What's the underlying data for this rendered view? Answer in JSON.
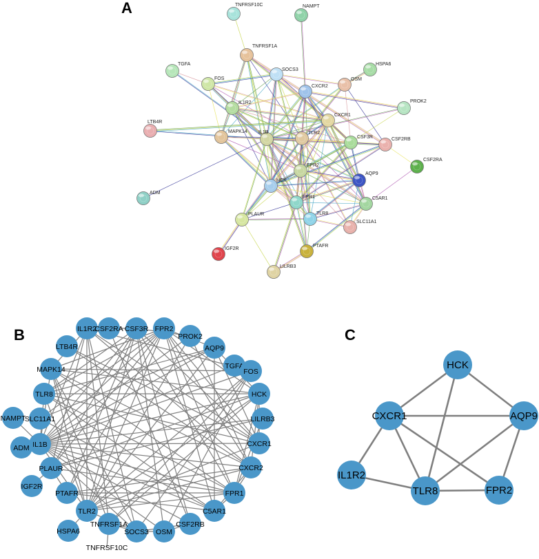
{
  "panels": {
    "a": "A",
    "b": "B",
    "c": "C"
  },
  "colors": {
    "blue": "#4a97c9",
    "edge_gray": "#7f7f7f",
    "string_colors": [
      "#c6d54a",
      "#e8e35b",
      "#4aa8c7",
      "#b05ab3",
      "#3c3c9b",
      "#69a357",
      "#d89aa0"
    ]
  },
  "networkA": {
    "nodes": [
      {
        "id": "TNFRSF10C",
        "label": "TNFRSF10C",
        "color": "#a8e3db"
      },
      {
        "id": "NAMPT",
        "label": "NAMPT",
        "color": "#8fd2a8"
      },
      {
        "id": "TNFRSF1A",
        "label": "TNFRSF1A",
        "color": "#e6c29b"
      },
      {
        "id": "TGFA",
        "label": "TGFA",
        "color": "#b6e6b9"
      },
      {
        "id": "SOCS3",
        "label": "SOCS3",
        "color": "#bfe0f5"
      },
      {
        "id": "HSPA6",
        "label": "HSPA6",
        "color": "#a7dca6"
      },
      {
        "id": "FOS",
        "label": "FOS",
        "color": "#cfe6a6"
      },
      {
        "id": "OSM",
        "label": "OSM",
        "color": "#e9c0a8"
      },
      {
        "id": "CXCR2",
        "label": "CXCR2",
        "color": "#9fc3ea"
      },
      {
        "id": "PROK2",
        "label": "PROK2",
        "color": "#b6e4c2"
      },
      {
        "id": "IL1R2",
        "label": "IL1R2",
        "color": "#b4dca0"
      },
      {
        "id": "CXCR1",
        "label": "CXCR1",
        "color": "#e3d7a1"
      },
      {
        "id": "LTB4R",
        "label": "LTB4R",
        "color": "#e9aeb0"
      },
      {
        "id": "MAPK14",
        "label": "MAPK14",
        "color": "#e2c49b"
      },
      {
        "id": "IL1B",
        "label": "IL1B",
        "color": "#d2d6a2"
      },
      {
        "id": "TLR2",
        "label": "TLR2",
        "color": "#e0c9a0"
      },
      {
        "id": "CSF3R",
        "label": "CSF3R",
        "color": "#a9dc9b"
      },
      {
        "id": "CSF2RB",
        "label": "CSF2RB",
        "color": "#eab1ad"
      },
      {
        "id": "CSF2RA",
        "label": "CSF2RA",
        "color": "#5db04c"
      },
      {
        "id": "FPR2",
        "label": "FPR2",
        "color": "#c7d7a1"
      },
      {
        "id": "AQP9",
        "label": "AQP9",
        "color": "#3d55c4"
      },
      {
        "id": "HCK",
        "label": "HCK",
        "color": "#a6cdec"
      },
      {
        "id": "ADM",
        "label": "ADM",
        "color": "#8fd0c6"
      },
      {
        "id": "FPR1",
        "label": "FPR1",
        "color": "#8fd7ca"
      },
      {
        "id": "C5AR1",
        "label": "C5AR1",
        "color": "#a3d6a0"
      },
      {
        "id": "TLR8",
        "label": "TLR8",
        "color": "#8fd3e8"
      },
      {
        "id": "PLAUR",
        "label": "PLAUR",
        "color": "#d6e6a0"
      },
      {
        "id": "SLC11A1",
        "label": "SLC11A1",
        "color": "#e8b1ab"
      },
      {
        "id": "IGF2R",
        "label": "IGF2R",
        "color": "#e0444c"
      },
      {
        "id": "PTAFR",
        "label": "PTAFR",
        "color": "#c8b13c"
      },
      {
        "id": "LILRB3",
        "label": "LILRB3",
        "color": "#dfd3a3"
      }
    ],
    "edges": [
      [
        "TNFRSF10C",
        "TNFRSF1A"
      ],
      [
        "NAMPT",
        "CXCR2"
      ],
      [
        "TNFRSF1A",
        "SOCS3"
      ],
      [
        "TNFRSF1A",
        "IL1R2"
      ],
      [
        "TNFRSF1A",
        "IL1B"
      ],
      [
        "TNFRSF1A",
        "MAPK14"
      ],
      [
        "TNFRSF1A",
        "TLR2"
      ],
      [
        "TNFRSF1A",
        "HCK"
      ],
      [
        "TNFRSF1A",
        "CXCR1"
      ],
      [
        "TGFA",
        "FOS"
      ],
      [
        "TGFA",
        "IL1B"
      ],
      [
        "FOS",
        "IL1R2"
      ],
      [
        "FOS",
        "MAPK14"
      ],
      [
        "FOS",
        "IL1B"
      ],
      [
        "FOS",
        "SOCS3"
      ],
      [
        "FOS",
        "TLR2"
      ],
      [
        "FOS",
        "CXCR1"
      ],
      [
        "SOCS3",
        "IL1B"
      ],
      [
        "SOCS3",
        "IL1R2"
      ],
      [
        "SOCS3",
        "OSM"
      ],
      [
        "SOCS3",
        "CSF3R"
      ],
      [
        "SOCS3",
        "TLR2"
      ],
      [
        "SOCS3",
        "HCK"
      ],
      [
        "SOCS3",
        "CSF2RB"
      ],
      [
        "SOCS3",
        "MAPK14"
      ],
      [
        "SOCS3",
        "FPR2"
      ],
      [
        "HSPA6",
        "OSM"
      ],
      [
        "OSM",
        "CSF2RB"
      ],
      [
        "OSM",
        "IL1B"
      ],
      [
        "OSM",
        "TLR2"
      ],
      [
        "OSM",
        "CSF3R"
      ],
      [
        "CXCR2",
        "CXCR1"
      ],
      [
        "CXCR2",
        "IL1B"
      ],
      [
        "CXCR2",
        "FPR2"
      ],
      [
        "CXCR2",
        "FPR1"
      ],
      [
        "CXCR2",
        "C5AR1"
      ],
      [
        "CXCR2",
        "TLR2"
      ],
      [
        "CXCR2",
        "IL1R2"
      ],
      [
        "CXCR2",
        "HCK"
      ],
      [
        "CXCR2",
        "TLR8"
      ],
      [
        "CXCR2",
        "AQP9"
      ],
      [
        "PROK2",
        "CXCR2"
      ],
      [
        "PROK2",
        "CSF3R"
      ],
      [
        "PROK2",
        "IL1B"
      ],
      [
        "IL1R2",
        "IL1B"
      ],
      [
        "IL1R2",
        "MAPK14"
      ],
      [
        "IL1R2",
        "TLR2"
      ],
      [
        "IL1R2",
        "CXCR1"
      ],
      [
        "IL1R2",
        "HCK"
      ],
      [
        "IL1R2",
        "FPR2"
      ],
      [
        "IL1R2",
        "FPR1"
      ],
      [
        "IL1R2",
        "CSF3R"
      ],
      [
        "LTB4R",
        "IL1B"
      ],
      [
        "LTB4R",
        "CXCR1"
      ],
      [
        "MAPK14",
        "IL1B"
      ],
      [
        "MAPK14",
        "TLR2"
      ],
      [
        "MAPK14",
        "HCK"
      ],
      [
        "MAPK14",
        "FPR2"
      ],
      [
        "MAPK14",
        "FPR1"
      ],
      [
        "IL1B",
        "TLR2"
      ],
      [
        "IL1B",
        "CXCR1"
      ],
      [
        "IL1B",
        "CSF3R"
      ],
      [
        "IL1B",
        "FPR2"
      ],
      [
        "IL1B",
        "HCK"
      ],
      [
        "IL1B",
        "FPR1"
      ],
      [
        "IL1B",
        "C5AR1"
      ],
      [
        "IL1B",
        "TLR8"
      ],
      [
        "IL1B",
        "PLAUR"
      ],
      [
        "IL1B",
        "CSF2RB"
      ],
      [
        "IL1B",
        "ADM"
      ],
      [
        "IL1B",
        "AQP9"
      ],
      [
        "IL1B",
        "PTAFR"
      ],
      [
        "IL1B",
        "SLC11A1"
      ],
      [
        "TLR2",
        "CXCR1"
      ],
      [
        "TLR2",
        "FPR2"
      ],
      [
        "TLR2",
        "HCK"
      ],
      [
        "TLR2",
        "FPR1"
      ],
      [
        "TLR2",
        "TLR8"
      ],
      [
        "TLR2",
        "C5AR1"
      ],
      [
        "TLR2",
        "CSF3R"
      ],
      [
        "TLR2",
        "PLAUR"
      ],
      [
        "TLR2",
        "AQP9"
      ],
      [
        "TLR2",
        "SLC11A1"
      ],
      [
        "CXCR1",
        "FPR2"
      ],
      [
        "CXCR1",
        "FPR1"
      ],
      [
        "CXCR1",
        "C5AR1"
      ],
      [
        "CXCR1",
        "HCK"
      ],
      [
        "CXCR1",
        "TLR8"
      ],
      [
        "CXCR1",
        "AQP9"
      ],
      [
        "CXCR1",
        "CSF3R"
      ],
      [
        "CSF3R",
        "CSF2RB"
      ],
      [
        "CSF3R",
        "FPR2"
      ],
      [
        "CSF3R",
        "FPR1"
      ],
      [
        "CSF3R",
        "C5AR1"
      ],
      [
        "CSF3R",
        "AQP9"
      ],
      [
        "CSF3R",
        "HCK"
      ],
      [
        "CSF2RB",
        "CSF2RA"
      ],
      [
        "CSF2RB",
        "FPR1"
      ],
      [
        "CSF2RB",
        "HCK"
      ],
      [
        "CSF2RA",
        "C5AR1"
      ],
      [
        "FPR2",
        "FPR1"
      ],
      [
        "FPR2",
        "HCK"
      ],
      [
        "FPR2",
        "C5AR1"
      ],
      [
        "FPR2",
        "TLR8"
      ],
      [
        "FPR2",
        "AQP9"
      ],
      [
        "FPR2",
        "PLAUR"
      ],
      [
        "FPR2",
        "PTAFR"
      ],
      [
        "FPR1",
        "HCK"
      ],
      [
        "FPR1",
        "C5AR1"
      ],
      [
        "FPR1",
        "TLR8"
      ],
      [
        "FPR1",
        "AQP9"
      ],
      [
        "FPR1",
        "PLAUR"
      ],
      [
        "FPR1",
        "PTAFR"
      ],
      [
        "FPR1",
        "LILRB3"
      ],
      [
        "HCK",
        "TLR8"
      ],
      [
        "HCK",
        "AQP9"
      ],
      [
        "HCK",
        "PLAUR"
      ],
      [
        "HCK",
        "C5AR1"
      ],
      [
        "C5AR1",
        "TLR8"
      ],
      [
        "C5AR1",
        "PTAFR"
      ],
      [
        "C5AR1",
        "AQP9"
      ],
      [
        "C5AR1",
        "SLC11A1"
      ],
      [
        "TLR8",
        "AQP9"
      ],
      [
        "TLR8",
        "PTAFR"
      ],
      [
        "TLR8",
        "SLC11A1"
      ],
      [
        "PLAUR",
        "IGF2R"
      ],
      [
        "PLAUR",
        "LILRB3"
      ],
      [
        "PLAUR",
        "TLR8"
      ],
      [
        "PTAFR",
        "LILRB3"
      ],
      [
        "AQP9",
        "SLC11A1"
      ]
    ]
  },
  "networkB": {
    "nodes": [
      "CSF3R",
      "FPR2",
      "PROK2",
      "AQP9",
      "TGFA",
      "FOS",
      "HCK",
      "LILRB3",
      "CXCR1",
      "CXCR2",
      "FPR1",
      "C5AR1",
      "CSF2RB",
      "OSM",
      "SOCS3",
      "TNFRSF1A",
      "TLR2",
      "PTAFR",
      "PLAUR",
      "IL1B",
      "SLC11A1",
      "TLR8",
      "MAPK14",
      "LTB4R",
      "IL1R2",
      "CSF2RA"
    ],
    "outer_nodes": [
      "NAMPT",
      "ADM",
      "IGF2R",
      "HSPA6",
      "TNFRSF10C"
    ],
    "edges": [
      [
        "IL1B",
        "CSF3R"
      ],
      [
        "IL1B",
        "FPR2"
      ],
      [
        "IL1B",
        "PROK2"
      ],
      [
        "IL1B",
        "AQP9"
      ],
      [
        "IL1B",
        "FOS"
      ],
      [
        "IL1B",
        "HCK"
      ],
      [
        "IL1B",
        "CXCR1"
      ],
      [
        "IL1B",
        "CXCR2"
      ],
      [
        "IL1B",
        "FPR1"
      ],
      [
        "IL1B",
        "C5AR1"
      ],
      [
        "IL1B",
        "CSF2RB"
      ],
      [
        "IL1B",
        "OSM"
      ],
      [
        "IL1B",
        "SOCS3"
      ],
      [
        "IL1B",
        "TLR2"
      ],
      [
        "IL1B",
        "MAPK14"
      ],
      [
        "IL1B",
        "IL1R2"
      ],
      [
        "IL1B",
        "TGFA"
      ],
      [
        "IL1B",
        "LILRB3"
      ],
      [
        "IL1B",
        "TLR8"
      ],
      [
        "TLR2",
        "CSF3R"
      ],
      [
        "TLR2",
        "FPR2"
      ],
      [
        "TLR2",
        "HCK"
      ],
      [
        "TLR2",
        "CXCR1"
      ],
      [
        "TLR2",
        "FPR1"
      ],
      [
        "TLR2",
        "FOS"
      ],
      [
        "TLR2",
        "MAPK14"
      ],
      [
        "TLR2",
        "TLR8"
      ],
      [
        "TLR2",
        "AQP9"
      ],
      [
        "TLR2",
        "IL1R2"
      ],
      [
        "TLR2",
        "CXCR2"
      ],
      [
        "TLR2",
        "SOCS3"
      ],
      [
        "TLR8",
        "HCK"
      ],
      [
        "TLR8",
        "CXCR1"
      ],
      [
        "TLR8",
        "FPR2"
      ],
      [
        "TLR8",
        "AQP9"
      ],
      [
        "TLR8",
        "FPR1"
      ],
      [
        "TLR8",
        "C5AR1"
      ],
      [
        "TLR8",
        "CSF3R"
      ],
      [
        "HCK",
        "CXCR1"
      ],
      [
        "HCK",
        "AQP9"
      ],
      [
        "HCK",
        "FPR2"
      ],
      [
        "HCK",
        "FPR1"
      ],
      [
        "HCK",
        "MAPK14"
      ],
      [
        "CXCR1",
        "AQP9"
      ],
      [
        "CXCR1",
        "FPR2"
      ],
      [
        "CXCR1",
        "CSF3R"
      ],
      [
        "CXCR1",
        "IL1R2"
      ],
      [
        "CXCR1",
        "LTB4R"
      ],
      [
        "FPR2",
        "FPR1"
      ],
      [
        "FPR2",
        "C5AR1"
      ],
      [
        "FPR2",
        "AQP9"
      ],
      [
        "FPR2",
        "PLAUR"
      ],
      [
        "FPR2",
        "PTAFR"
      ],
      [
        "FPR2",
        "SLC11A1"
      ],
      [
        "FPR2",
        "MAPK14"
      ],
      [
        "CSF3R",
        "CSF2RA"
      ],
      [
        "CSF3R",
        "CSF2RB"
      ],
      [
        "CSF3R",
        "FPR1"
      ],
      [
        "CSF3R",
        "OSM"
      ],
      [
        "CSF3R",
        "PTAFR"
      ],
      [
        "CSF3R",
        "PLAUR"
      ],
      [
        "FPR1",
        "C5AR1"
      ],
      [
        "FPR1",
        "PTAFR"
      ],
      [
        "FPR1",
        "PLAUR"
      ],
      [
        "FPR1",
        "MAPK14"
      ],
      [
        "FPR1",
        "CXCR2"
      ],
      [
        "C5AR1",
        "PTAFR"
      ],
      [
        "C5AR1",
        "CXCR2"
      ],
      [
        "C5AR1",
        "AQP9"
      ],
      [
        "C5AR1",
        "SLC11A1"
      ],
      [
        "CSF2RB",
        "CSF2RA"
      ],
      [
        "CSF2RB",
        "OSM"
      ],
      [
        "CSF2RB",
        "SOCS3"
      ],
      [
        "SOCS3",
        "OSM"
      ],
      [
        "SOCS3",
        "FOS"
      ],
      [
        "SOCS3",
        "MAPK14"
      ],
      [
        "SOCS3",
        "IL1R2"
      ],
      [
        "SOCS3",
        "TNFRSF1A"
      ],
      [
        "TNFRSF1A",
        "MAPK14"
      ],
      [
        "TNFRSF1A",
        "FOS"
      ],
      [
        "TNFRSF1A",
        "IL1R2"
      ],
      [
        "TNFRSF1A",
        "HCK"
      ],
      [
        "MAPK14",
        "FOS"
      ],
      [
        "MAPK14",
        "IL1R2"
      ],
      [
        "MAPK14",
        "CXCR2"
      ],
      [
        "FOS",
        "TGFA"
      ],
      [
        "FOS",
        "IL1R2"
      ],
      [
        "PROK2",
        "CXCR2"
      ],
      [
        "PROK2",
        "CSF3R"
      ],
      [
        "PLAUR",
        "PTAFR"
      ],
      [
        "PLAUR",
        "HCK"
      ],
      [
        "PLAUR",
        "IL1R2"
      ],
      [
        "PTAFR",
        "CXCR2"
      ],
      [
        "LILRB3",
        "FPR1"
      ],
      [
        "LILRB3",
        "PLAUR"
      ],
      [
        "AQP9",
        "SLC11A1"
      ],
      [
        "CXCR2",
        "FPR2"
      ],
      [
        "CXCR2",
        "HCK"
      ],
      [
        "CXCR2",
        "IL1R2"
      ],
      [
        "PROK2",
        "TLR2"
      ],
      [
        "LTB4R",
        "CXCR2"
      ],
      [
        "OSM",
        "FOS"
      ]
    ],
    "outer_edges": [
      [
        "NAMPT",
        "IL1B"
      ],
      [
        "ADM",
        "IL1B"
      ],
      [
        "IGF2R",
        "PLAUR"
      ],
      [
        "HSPA6",
        "TLR2"
      ],
      [
        "TNFRSF10C",
        "TNFRSF1A"
      ]
    ]
  },
  "networkC": {
    "nodes": [
      {
        "id": "HCK",
        "label": "HCK"
      },
      {
        "id": "CXCR1",
        "label": "CXCR1"
      },
      {
        "id": "AQP9",
        "label": "AQP9"
      },
      {
        "id": "IL1R2",
        "label": "IL1R2"
      },
      {
        "id": "TLR8",
        "label": "TLR8"
      },
      {
        "id": "FPR2",
        "label": "FPR2"
      }
    ],
    "edges": [
      [
        "HCK",
        "CXCR1"
      ],
      [
        "HCK",
        "AQP9"
      ],
      [
        "HCK",
        "TLR8"
      ],
      [
        "CXCR1",
        "AQP9"
      ],
      [
        "CXCR1",
        "IL1R2"
      ],
      [
        "CXCR1",
        "TLR8"
      ],
      [
        "CXCR1",
        "FPR2"
      ],
      [
        "AQP9",
        "TLR8"
      ],
      [
        "AQP9",
        "FPR2"
      ],
      [
        "IL1R2",
        "TLR8"
      ],
      [
        "TLR8",
        "FPR2"
      ]
    ]
  }
}
